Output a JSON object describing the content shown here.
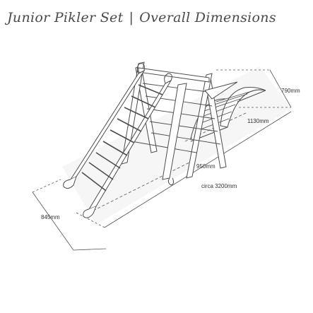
{
  "title": {
    "left": "Junior Pikler Set",
    "separator": "|",
    "right": "Overall Dimensions"
  },
  "dimensions": {
    "height": "790mm",
    "triangle_width": "1130mm",
    "depth": "950mm",
    "overall_length": "circa 3200mm",
    "width": "845mm"
  },
  "colors": {
    "line": "#4d4d4d",
    "dim_line": "#555555",
    "floor": "#f5f5f5",
    "fill": "#ffffff"
  }
}
